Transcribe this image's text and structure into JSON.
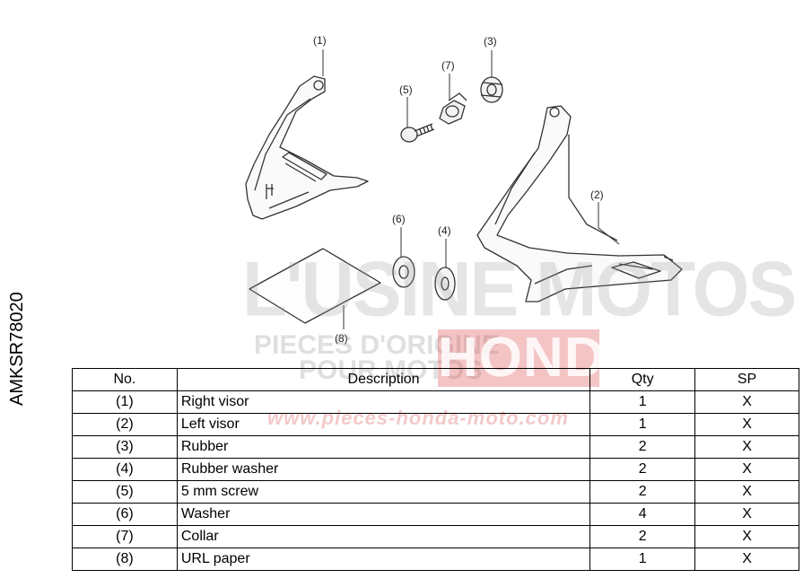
{
  "side_code": "AMKSR78020",
  "callouts": {
    "c1": "(1)",
    "c2": "(2)",
    "c3": "(3)",
    "c4": "(4)",
    "c5": "(5)",
    "c6": "(6)",
    "c7": "(7)",
    "c8": "(8)"
  },
  "watermark": {
    "brand": "L'USINE MOTOS",
    "line1": "PIECES D'ORIGINE",
    "line2": "POUR MOTOS",
    "honda": "HONDA",
    "url": "www.pieces-honda-moto.com"
  },
  "table": {
    "headers": {
      "no": "No.",
      "description": "Description",
      "qty": "Qty",
      "sp": "SP"
    },
    "rows": [
      {
        "no": "(1)",
        "description": "Right visor",
        "qty": "1",
        "sp": "X"
      },
      {
        "no": "(2)",
        "description": "Left visor",
        "qty": "1",
        "sp": "X"
      },
      {
        "no": "(3)",
        "description": "Rubber",
        "qty": "2",
        "sp": "X"
      },
      {
        "no": "(4)",
        "description": "Rubber washer",
        "qty": "2",
        "sp": "X"
      },
      {
        "no": "(5)",
        "description": "5 mm screw",
        "qty": "2",
        "sp": "X"
      },
      {
        "no": "(6)",
        "description": "Washer",
        "qty": "4",
        "sp": "X"
      },
      {
        "no": "(7)",
        "description": "Collar",
        "qty": "2",
        "sp": "X"
      },
      {
        "no": "(8)",
        "description": "URL paper",
        "qty": "1",
        "sp": "X"
      }
    ]
  }
}
